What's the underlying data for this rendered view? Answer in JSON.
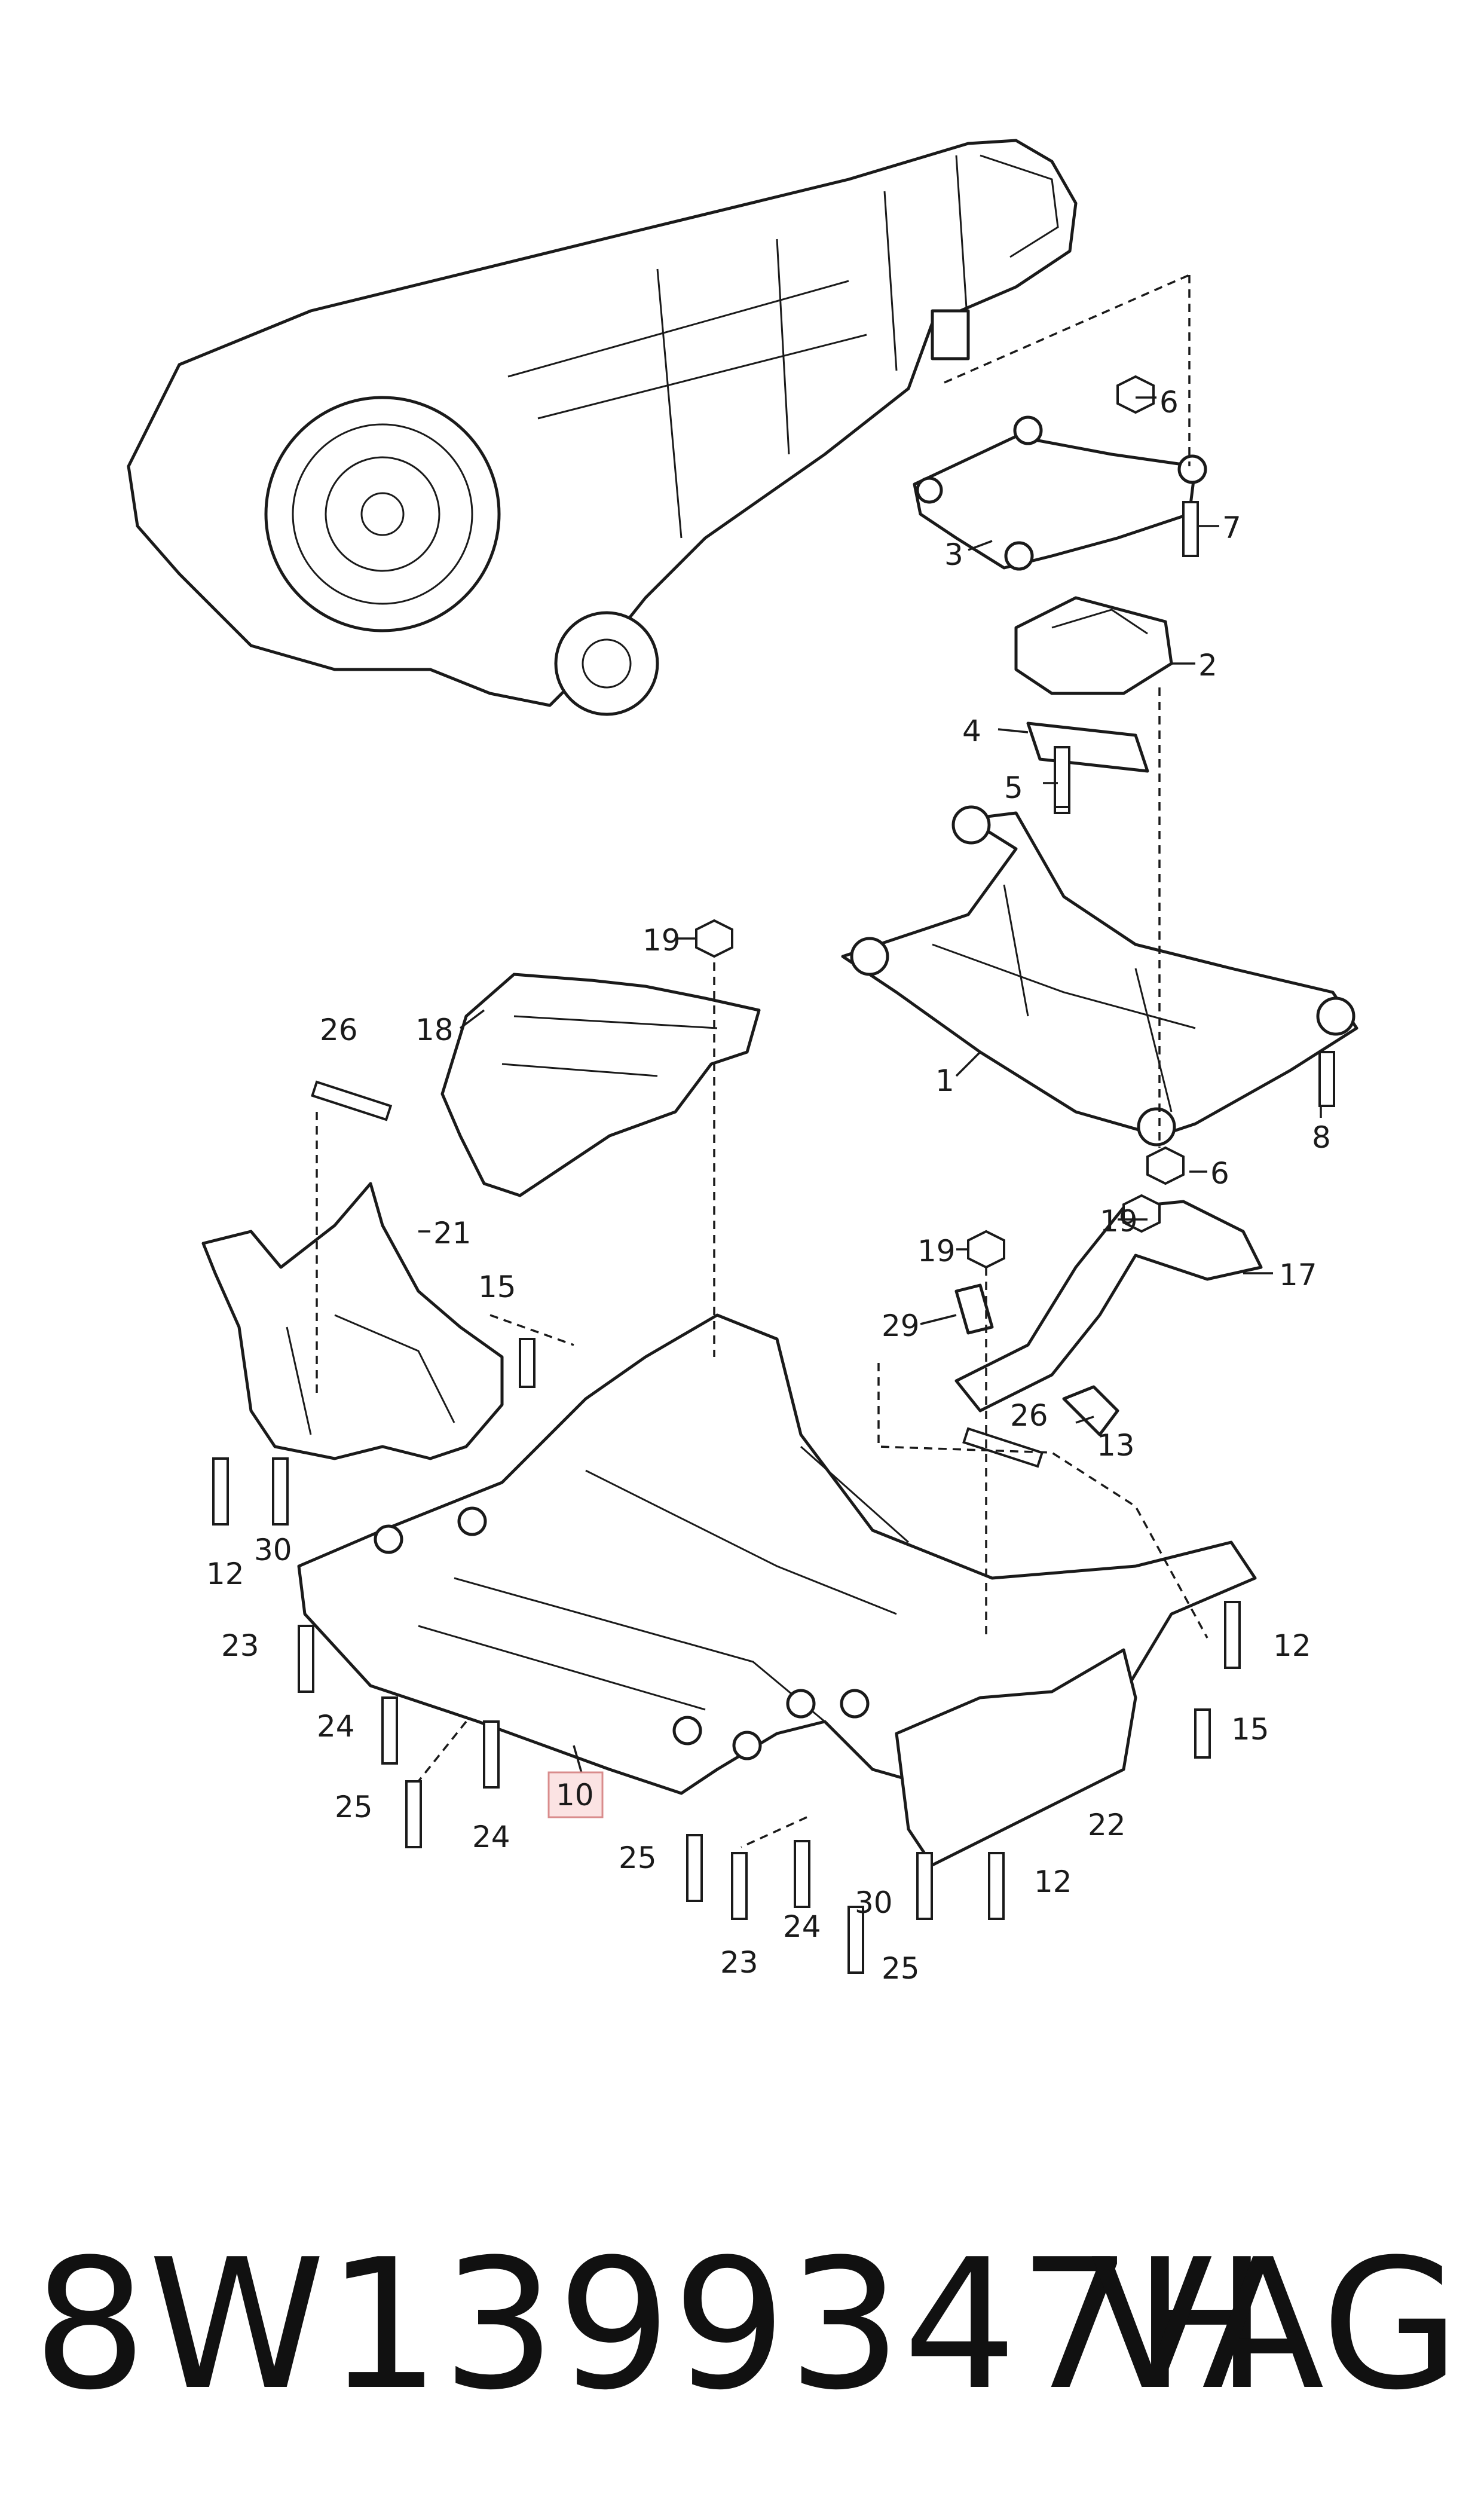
{
  "callouts": [
    {
      "id": "c6a",
      "text": "6"
    },
    {
      "id": "c7",
      "text": "7"
    },
    {
      "id": "c3",
      "text": "3"
    },
    {
      "id": "c2",
      "text": "2"
    },
    {
      "id": "c4",
      "text": "4"
    },
    {
      "id": "c5",
      "text": "5"
    },
    {
      "id": "c1",
      "text": "1"
    },
    {
      "id": "c8",
      "text": "8"
    },
    {
      "id": "c6b",
      "text": "6"
    },
    {
      "id": "c19a",
      "text": "19"
    },
    {
      "id": "c26a",
      "text": "26"
    },
    {
      "id": "c18",
      "text": "18"
    },
    {
      "id": "c21",
      "text": "21"
    },
    {
      "id": "c19b",
      "text": "19"
    },
    {
      "id": "c19c",
      "text": "19"
    },
    {
      "id": "c17",
      "text": "17"
    },
    {
      "id": "c15a",
      "text": "15"
    },
    {
      "id": "c29",
      "text": "29"
    },
    {
      "id": "c26b",
      "text": "26"
    },
    {
      "id": "c13",
      "text": "13"
    },
    {
      "id": "c12a",
      "text": "12"
    },
    {
      "id": "c30a",
      "text": "30"
    },
    {
      "id": "c23a",
      "text": "23"
    },
    {
      "id": "c12b",
      "text": "12"
    },
    {
      "id": "c24a",
      "text": "24"
    },
    {
      "id": "c15b",
      "text": "15"
    },
    {
      "id": "c10",
      "text": "10"
    },
    {
      "id": "c25a",
      "text": "25"
    },
    {
      "id": "c24b",
      "text": "24"
    },
    {
      "id": "c22",
      "text": "22"
    },
    {
      "id": "c25b",
      "text": "25"
    },
    {
      "id": "c12c",
      "text": "12"
    },
    {
      "id": "c30b",
      "text": "30"
    },
    {
      "id": "c24c",
      "text": "24"
    },
    {
      "id": "c23b",
      "text": "23"
    },
    {
      "id": "c25c",
      "text": "25"
    }
  ],
  "highlight_callout": "10",
  "footer": {
    "part_number": "8W1399347H",
    "brand": "VAG"
  },
  "colors": {
    "line": "#1a1a1a",
    "highlight_fill": "#fbe3e3",
    "highlight_border": "#d98c8c"
  }
}
